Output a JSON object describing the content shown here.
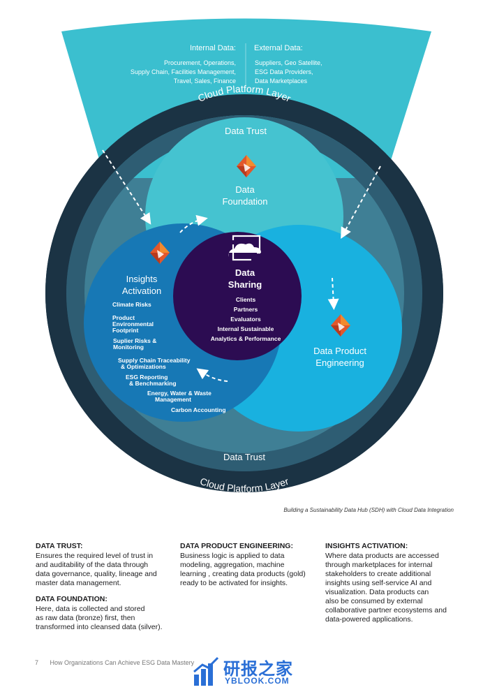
{
  "diagram": {
    "internal": {
      "title": "Internal Data:",
      "lines": [
        "Procurement, Operations,",
        "Supply Chain, Facilities Management,",
        "Travel, Sales, Finance"
      ]
    },
    "external": {
      "title": "External Data:",
      "lines": [
        "Suppliers, Geo Satellite,",
        "ESG Data Providers,",
        "Data Marketplaces"
      ]
    },
    "cloud_platform_top": "Cloud Platform Layer",
    "cloud_platform_bottom": "Cloud Platform Layer",
    "data_trust_top": "Data Trust",
    "data_trust_bottom": "Data Trust",
    "foundation": [
      "Data",
      "Foundation"
    ],
    "insights": {
      "title": [
        "Insights",
        "Activation"
      ],
      "items": [
        [
          "Climate Risks"
        ],
        [
          "Product",
          "Environmental",
          "Footprint"
        ],
        [
          "Suplier Risks &",
          "Monitoring"
        ],
        [
          "Supply Chain Traceability",
          "& Optimizations"
        ],
        [
          "ESG Reporting",
          "& Benchmarking"
        ],
        [
          "Energy, Water & Waste",
          "Management"
        ],
        [
          "Carbon Accounting"
        ]
      ]
    },
    "sharing": {
      "title": [
        "Data",
        "Sharing"
      ],
      "items": [
        "Clients",
        "Partners",
        "Evaluators",
        "Internal Sustainable",
        "Analytics & Performance"
      ]
    },
    "product": [
      "Data Product",
      "Engineering"
    ],
    "colors": {
      "platform": "#1b3344",
      "trust": "#2e5d73",
      "trust_inner": "#3f7f95",
      "wedge": "#3bbfcf",
      "foundation": "#45c3d0",
      "insights": "#1778b5",
      "product": "#19b1df",
      "sharing": "#2c0c52"
    }
  },
  "caption": "Building a Sustainability Data Hub (SDH) with Cloud Data Integration",
  "sections": {
    "data_trust": {
      "heading": "DATA TRUST:",
      "lines": [
        "Ensures the required level of trust in",
        "and auditability of the data through",
        "data governance, quality, lineage and",
        "master data management."
      ]
    },
    "data_foundation": {
      "heading": "DATA FOUNDATION:",
      "lines": [
        "Here, data is collected and stored",
        "as raw data (bronze) first, then",
        "transformed into cleansed data (silver)."
      ]
    },
    "data_product_engineering": {
      "heading": "DATA PRODUCT ENGINEERING:",
      "lines": [
        "Business logic is applied to data",
        "modeling, aggregation, machine",
        "learning , creating data products (gold)",
        "ready to be activated for insights."
      ]
    },
    "insights_activation": {
      "heading": "INSIGHTS ACTIVATION:",
      "lines": [
        "Where data products are accessed",
        "through marketplaces for internal",
        "stakeholders to create additional",
        "insights using self-service AI and",
        "visualization. Data products can",
        "also be consumed by external",
        "collaborative partner ecosystems and",
        "data-powered applications."
      ]
    }
  },
  "footer": {
    "page_number": "7",
    "title": "How Organizations Can Achieve ESG Data Mastery"
  },
  "watermark": {
    "cn": "研报之家",
    "en": "YBLOOK.COM"
  }
}
